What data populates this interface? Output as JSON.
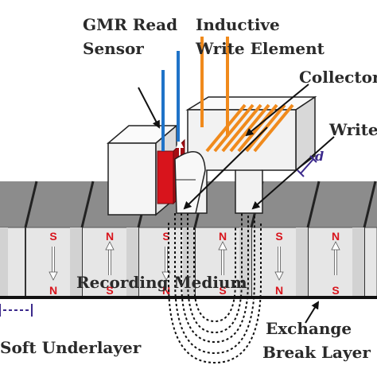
{
  "labels": {
    "gmr_line1": "GMR Read",
    "gmr_line2": "Sensor",
    "inductive_line1": "Inductive",
    "inductive_line2": "Write Element",
    "collector": "Collector",
    "write": "Write",
    "d": "d",
    "recording_medium": "Recording Medium",
    "soft_underlayer": "Soft Underlayer",
    "exchange_line1": "Exchange",
    "exchange_line2": "Break Layer"
  },
  "medium": {
    "top_poles": [
      "S",
      "N",
      "S",
      "N",
      "S",
      "N"
    ],
    "bottom_poles": [
      "N",
      "S",
      "N",
      "S",
      "N",
      "S"
    ],
    "arrow_dirs": [
      "down",
      "up",
      "down",
      "up",
      "down",
      "up"
    ]
  },
  "colors": {
    "pole_text": "#d8141c",
    "sensor": "#d8141c",
    "read_lead": "#1f73c8",
    "coil": "#f08a1c",
    "medium_top": "#8c8c8c",
    "medium_face": "#e6e6e6",
    "head_face": "#f2f2f2",
    "dimension": "#3c2a8c"
  }
}
